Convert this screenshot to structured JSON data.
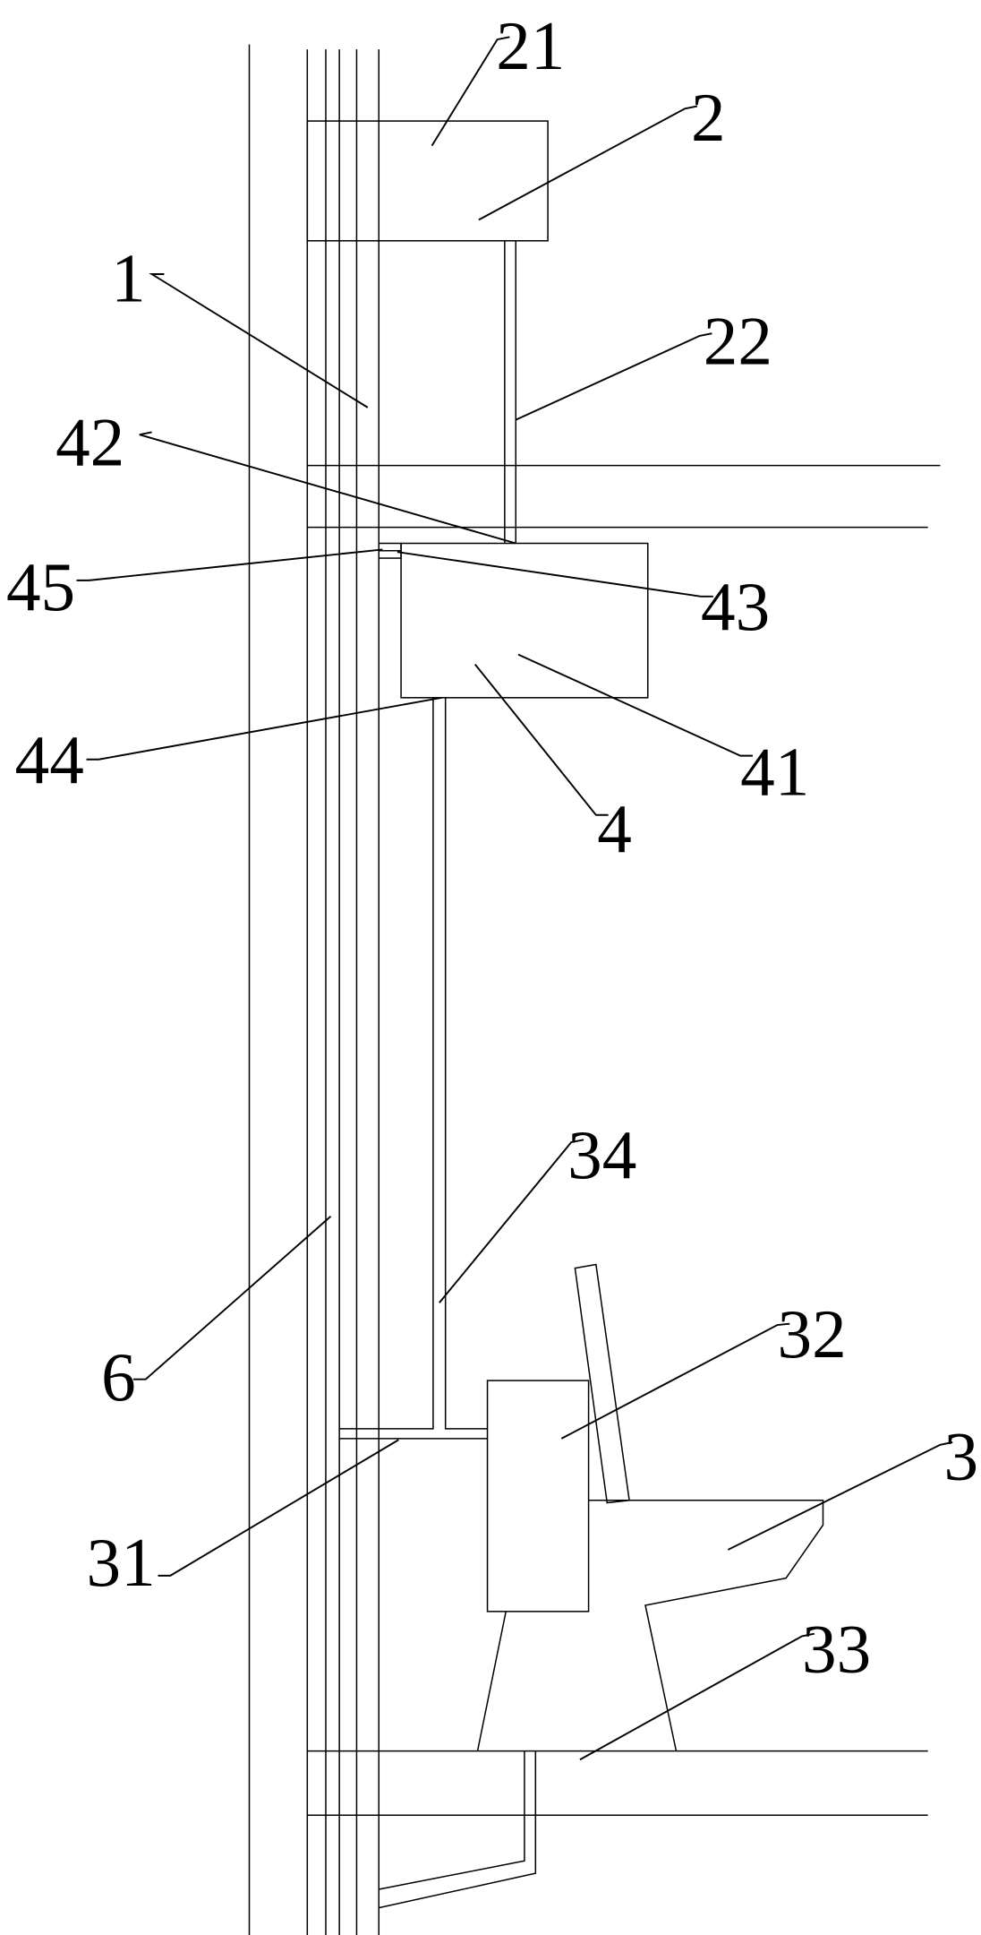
{
  "figure": {
    "labels": {
      "l21": "21",
      "l2": "2",
      "l1": "1",
      "l22": "22",
      "l42": "42",
      "l45": "45",
      "l43": "43",
      "l44": "44",
      "l41": "41",
      "l4": "4",
      "l34": "34",
      "l6": "6",
      "l32": "32",
      "l3": "3",
      "l31": "31",
      "l33": "33"
    },
    "line_color": "#000000",
    "background": "#ffffff"
  }
}
